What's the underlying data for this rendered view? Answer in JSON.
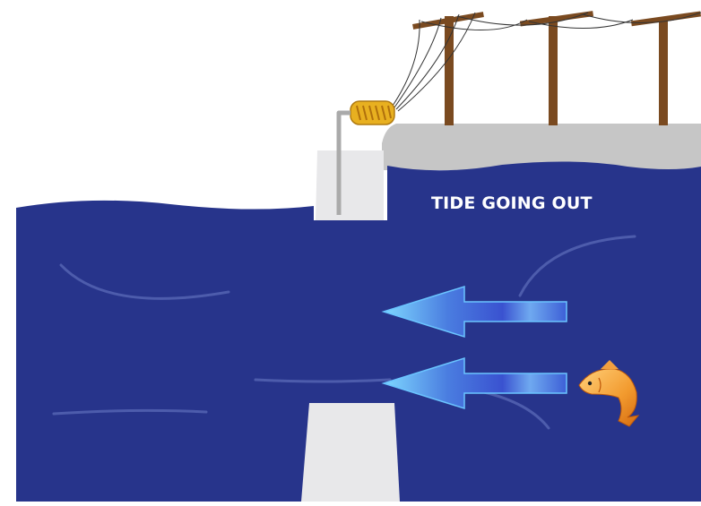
{
  "diagram": {
    "label": "TIDE GOING OUT",
    "colors": {
      "water": "#27348b",
      "water_streak": "#5866b4",
      "ground": "#c6c6c6",
      "pillar": "#e8e8ea",
      "pole": "#7a4a20",
      "arrow_light": "#7fd8ff",
      "arrow_mid": "#4a7de0",
      "arrow_dark": "#3a52d0",
      "generator": "#e8b020",
      "fish": "#f29a2e",
      "label": "#ffffff"
    },
    "elements": {
      "flow_arrows": [
        "upper-arrow",
        "lower-arrow"
      ],
      "icons": [
        "generator-icon",
        "fish-icon",
        "utility-pole-icon"
      ]
    }
  }
}
